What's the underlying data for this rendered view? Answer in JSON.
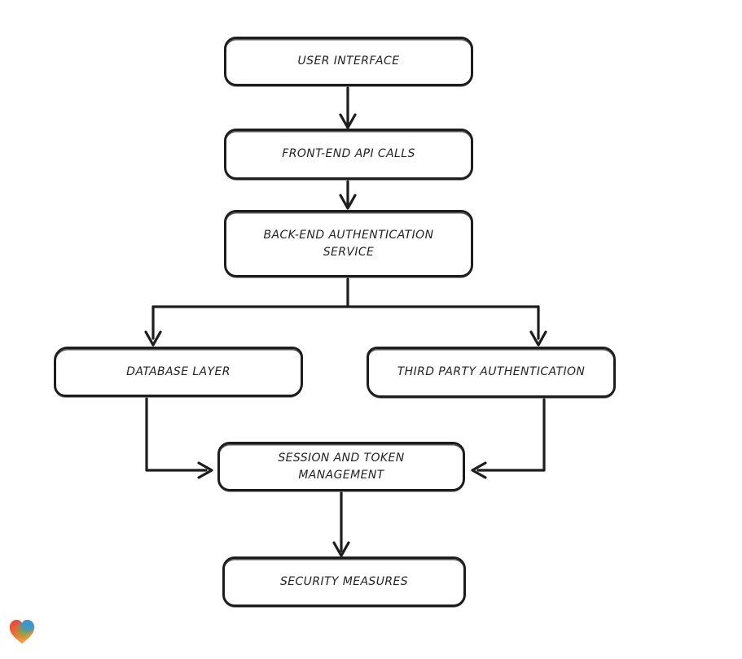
{
  "diagram": {
    "type": "flowchart",
    "style": "hand-drawn",
    "background_color": "#ffffff",
    "stroke_color": "#1d1d1d",
    "node_fill_color": "#ffffff",
    "text_color": "#242424",
    "nodes": [
      {
        "id": "user-interface",
        "label": "USER INTERFACE"
      },
      {
        "id": "front-end-api-calls",
        "label": "FRONT-END API CALLS"
      },
      {
        "id": "back-end-authentication-service",
        "label": "BACK-END AUTHENTICATION SERVICE"
      },
      {
        "id": "database-layer",
        "label": "DATABASE LAYER"
      },
      {
        "id": "third-party-authentication",
        "label": "THIRD PARTY AUTHENTICATION"
      },
      {
        "id": "session-and-token-management",
        "label": "SESSION AND TOKEN MANAGEMENT"
      },
      {
        "id": "security-measures",
        "label": "SECURITY MEASURES"
      }
    ],
    "edges": [
      {
        "from": "user-interface",
        "to": "front-end-api-calls",
        "arrow": "end"
      },
      {
        "from": "front-end-api-calls",
        "to": "back-end-authentication-service",
        "arrow": "end"
      },
      {
        "from": "back-end-authentication-service",
        "to": "database-layer",
        "arrow": "end"
      },
      {
        "from": "back-end-authentication-service",
        "to": "third-party-authentication",
        "arrow": "end"
      },
      {
        "from": "database-layer",
        "to": "session-and-token-management",
        "arrow": "end"
      },
      {
        "from": "third-party-authentication",
        "to": "session-and-token-management",
        "arrow": "end"
      },
      {
        "from": "session-and-token-management",
        "to": "security-measures",
        "arrow": "end"
      }
    ]
  },
  "branding": {
    "icon": "gradient-heart-logo",
    "colors": {
      "red": "#ee3b3b",
      "orange": "#f9a63c",
      "green": "#57b25e",
      "blue": "#2f9bd6"
    }
  }
}
